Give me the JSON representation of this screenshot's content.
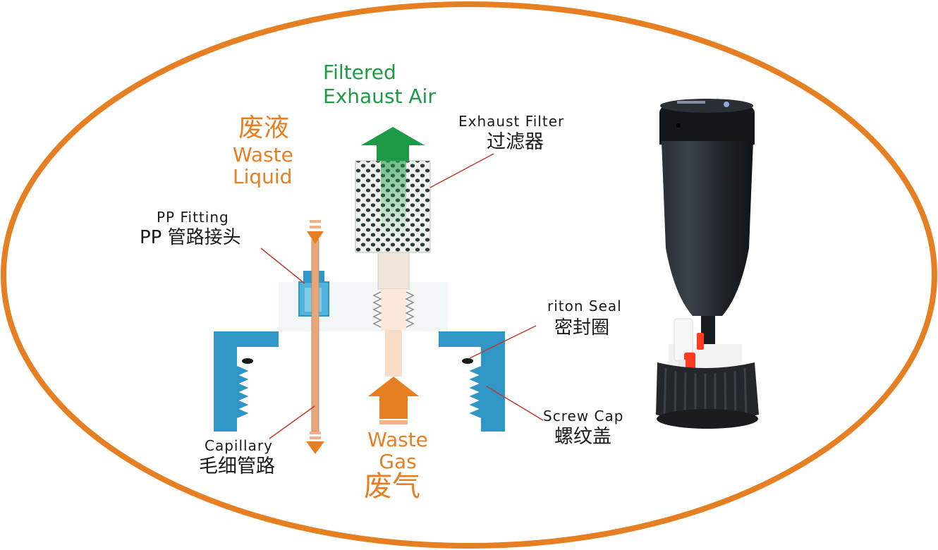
{
  "colors": {
    "ellipse": "#e67e22",
    "accent_orange": "#e67e22",
    "accent_green": "#1e9a46",
    "cap_blue": "#2f96c6",
    "filter_body": "#1f2327",
    "capillary": "#e8a77a"
  },
  "labels": {
    "filtered_exhaust_air": [
      "Filtered",
      "Exhaust Air"
    ],
    "waste_liquid_cn": "废液",
    "waste_liquid_en": [
      "Waste",
      "Liquid"
    ],
    "exhaust_filter_en": "Exhaust Filter",
    "exhaust_filter_cn": "过滤器",
    "pp_fitting_en": "PP  Fitting",
    "pp_fitting_cn": "PP 管路接头",
    "seal_en": "riton Seal",
    "seal_cn": "密封圈",
    "screw_cap_en": "Screw Cap",
    "screw_cap_cn": "螺纹盖",
    "capillary_en": "Capillary",
    "capillary_cn": "毛细管路",
    "waste_gas_en": [
      "Waste",
      "Gas"
    ],
    "waste_gas_cn": "废气"
  },
  "icons": {
    "green_arrow": "arrow-up-icon",
    "orange_arrows": "arrow-icon"
  }
}
